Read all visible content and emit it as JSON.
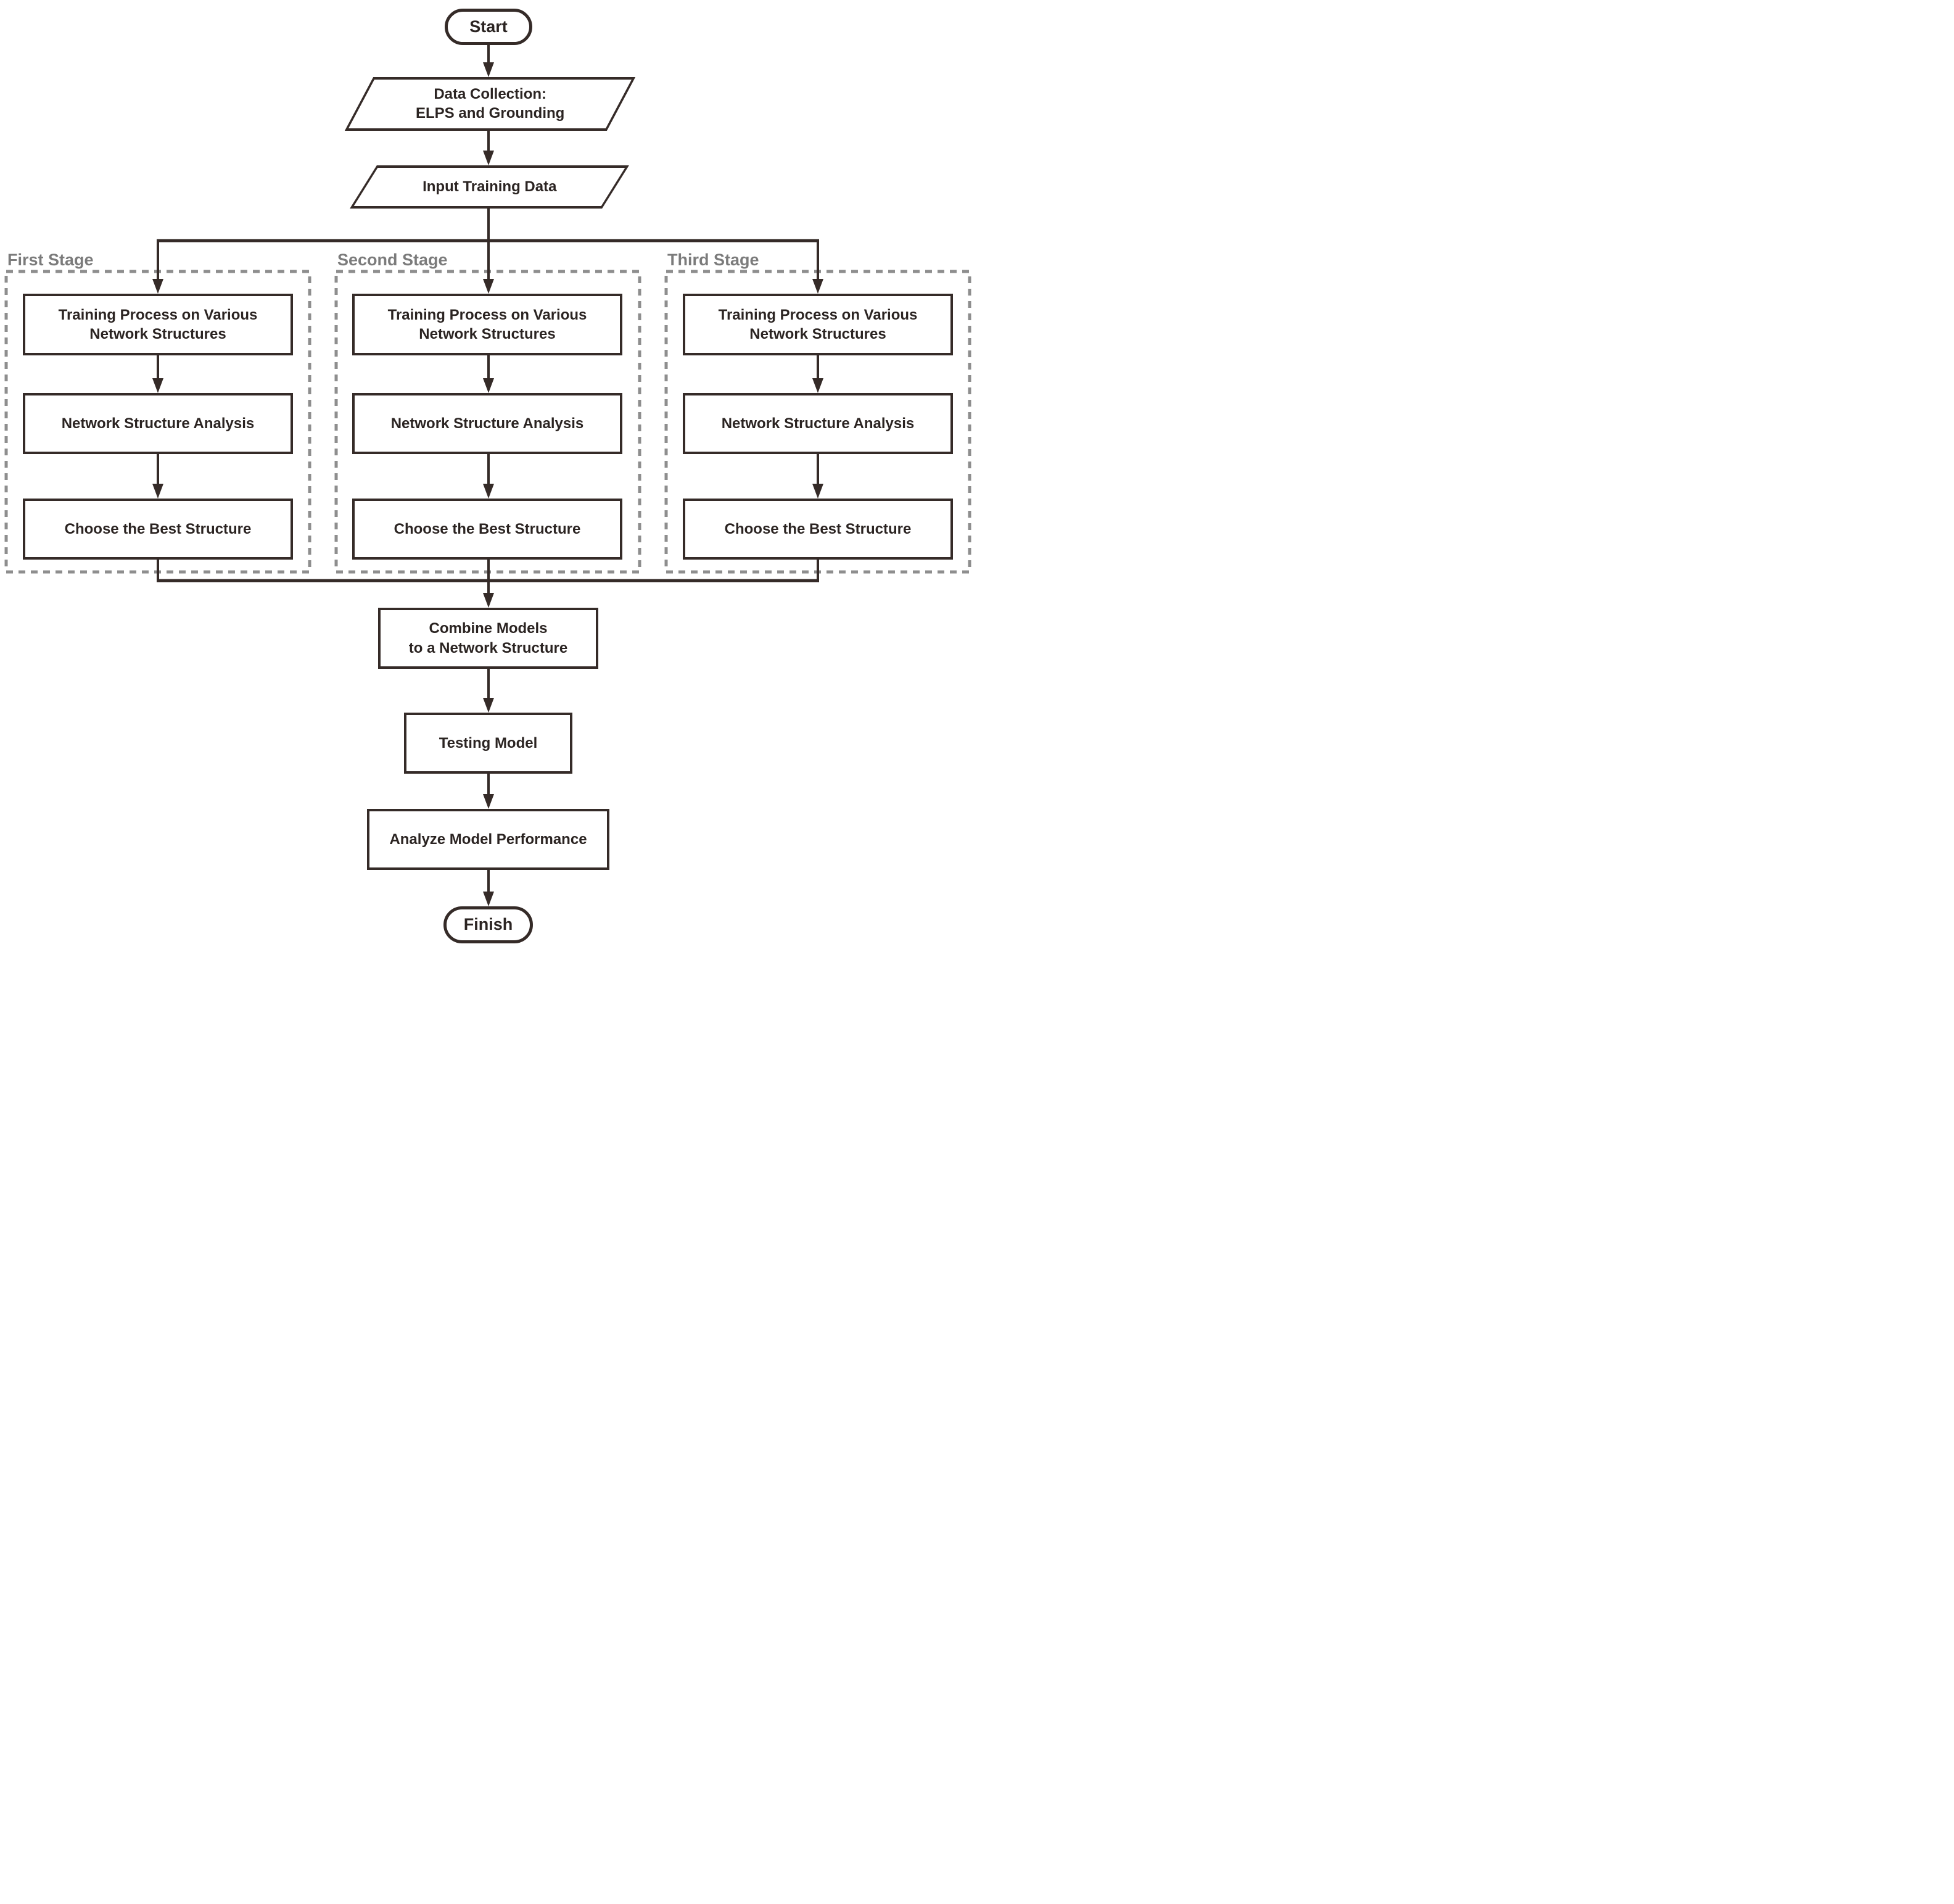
{
  "diagram": {
    "nodes": {
      "start": "Start",
      "data_collection": "Data Collection:\nELPS and Grounding",
      "input_training_data": "Input Training Data",
      "combine_models": "Combine Models\nto a Network Structure",
      "testing_model": "Testing Model",
      "analyze_performance": "Analyze Model Performance",
      "finish": "Finish"
    },
    "stages": [
      {
        "label": "First Stage",
        "steps": [
          "Training Process on Various\nNetwork Structures",
          "Network Structure Analysis",
          "Choose the Best Structure"
        ]
      },
      {
        "label": "Second Stage",
        "steps": [
          "Training Process on Various\nNetwork Structures",
          "Network Structure Analysis",
          "Choose the Best Structure"
        ]
      },
      {
        "label": "Third Stage",
        "steps": [
          "Training Process on Various\nNetwork Structures",
          "Network Structure Analysis",
          "Choose the Best Structure"
        ]
      }
    ],
    "colors": {
      "line": "#352b28",
      "text": "#2b2422",
      "stage_label": "#7b7b7b",
      "stage_border": "#8e8e8e",
      "background": "#ffffff"
    }
  }
}
